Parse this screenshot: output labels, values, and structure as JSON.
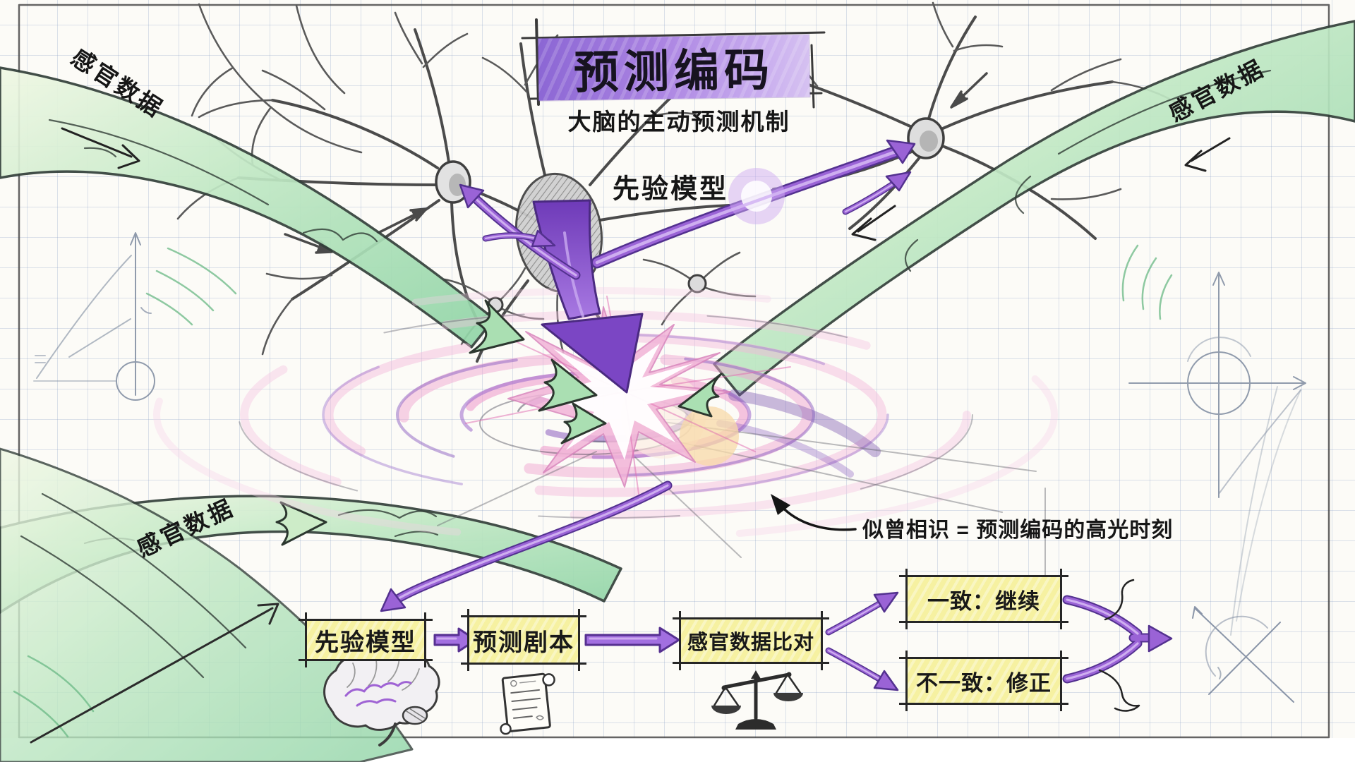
{
  "title": {
    "text": "预测编码",
    "subtitle": "大脑的主动预测机制"
  },
  "labels": {
    "prior_model": "先验模型",
    "sensory_data_top_left": "感官数据",
    "sensory_data_top_right": "感官数据",
    "sensory_data_mid_left": "感官数据"
  },
  "annotation": {
    "deja_vu": "似曾相识 = 预测编码的高光时刻"
  },
  "flowchart": {
    "steps": [
      {
        "label": "先验模型",
        "icon": "brain-icon"
      },
      {
        "label": "预测剧本",
        "icon": "scroll-icon"
      },
      {
        "label": "感官数据比对",
        "icon": "scale-icon"
      }
    ],
    "outcomes": [
      {
        "label": "一致：继续"
      },
      {
        "label": "不一致：修正"
      }
    ]
  },
  "colors": {
    "banner_purple": "#a77fe0",
    "box_yellow": "#f6f1a1",
    "stream_green": "#a9ddb4",
    "arrow_purple": "#9a63d6",
    "ripple_pink": "#f0a7d2",
    "ink": "#1a1a1a"
  }
}
